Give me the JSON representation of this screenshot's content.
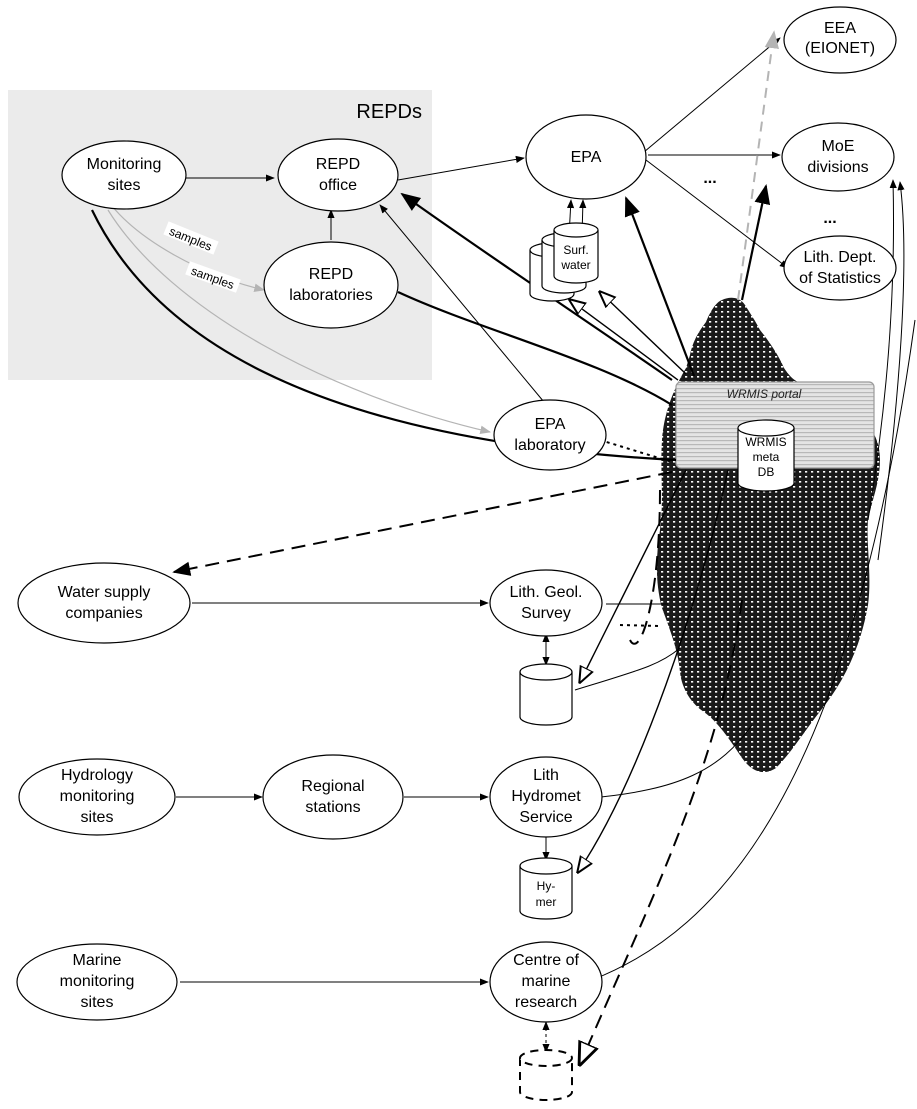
{
  "group": {
    "label": "REPDs"
  },
  "nodes": {
    "eea": [
      "EEA",
      "(EIONET)"
    ],
    "monitoring_sites": [
      "Monitoring",
      "sites"
    ],
    "repd_office": [
      "REPD",
      "office"
    ],
    "epa": [
      "EPA"
    ],
    "moe": [
      "MoE",
      "divisions"
    ],
    "repd_labs": [
      "REPD",
      "laboratories"
    ],
    "stats": [
      "Lith. Dept.",
      "of Statistics"
    ],
    "epa_lab": [
      "EPA",
      "laboratory"
    ],
    "water_supply": [
      "Water supply",
      "companies"
    ],
    "geol": [
      "Lith. Geol.",
      "Survey"
    ],
    "hydrology_sites": [
      "Hydrology",
      "monitoring",
      "sites"
    ],
    "regional": [
      "Regional",
      "stations"
    ],
    "hydromet": [
      "Lith",
      "Hydromet",
      "Service"
    ],
    "marine_sites": [
      "Marine",
      "monitoring",
      "sites"
    ],
    "marine_centre": [
      "Centre of",
      "marine",
      "research"
    ]
  },
  "databases": {
    "surf_water": [
      "Surf.",
      "water"
    ],
    "wrmis_db": [
      "WRMIS",
      "meta",
      "DB"
    ],
    "hymer": [
      "Hy-",
      "mer"
    ]
  },
  "portal": {
    "label": "WRMIS portal"
  },
  "edge_labels": {
    "samples_1": "samples",
    "samples_2": "samples"
  },
  "ellipsis": {
    "top": "...",
    "mid": "..."
  }
}
